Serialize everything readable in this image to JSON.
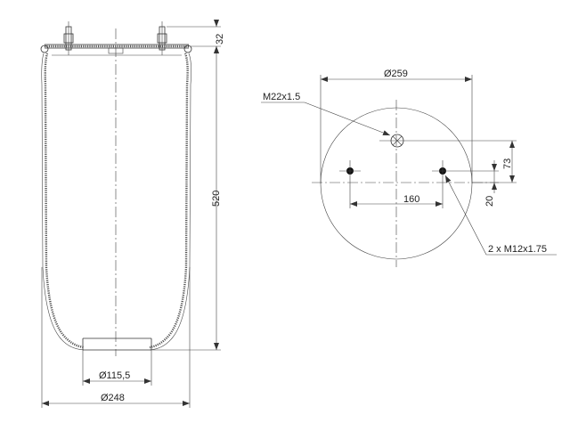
{
  "side_view": {
    "height_dim": "520",
    "stud_height_dim": "32",
    "outer_diameter_dim": "Ø248",
    "piston_diameter_dim": "Ø115,5"
  },
  "top_view": {
    "plate_diameter_dim": "Ø259",
    "center_thread_label": "M22x1.5",
    "stud_spacing_dim": "160",
    "center_offset_dim": "73",
    "stud_offset_dim": "20",
    "stud_thread_label": "2 x M12x1.75"
  }
}
